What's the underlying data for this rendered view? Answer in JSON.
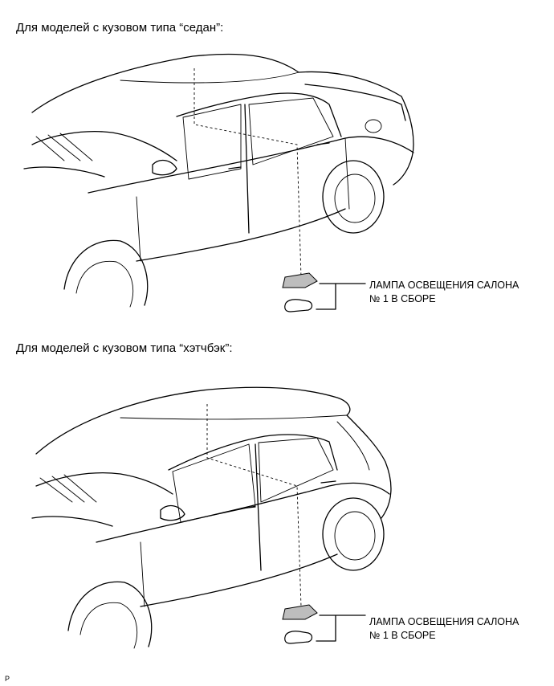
{
  "sections": [
    {
      "heading": "Для моделей с кузовом типа “седан”:",
      "callout_line1": "ЛАМПА ОСВЕЩЕНИЯ САЛОНА",
      "callout_line2": "№ 1 В СБОРЕ"
    },
    {
      "heading": "Для моделей с кузовом типа “хэтчбэк”:",
      "callout_line1": "ЛАМПА ОСВЕЩЕНИЯ САЛОНА",
      "callout_line2": "№ 1 В СБОРЕ"
    }
  ],
  "figure_code": "P"
}
